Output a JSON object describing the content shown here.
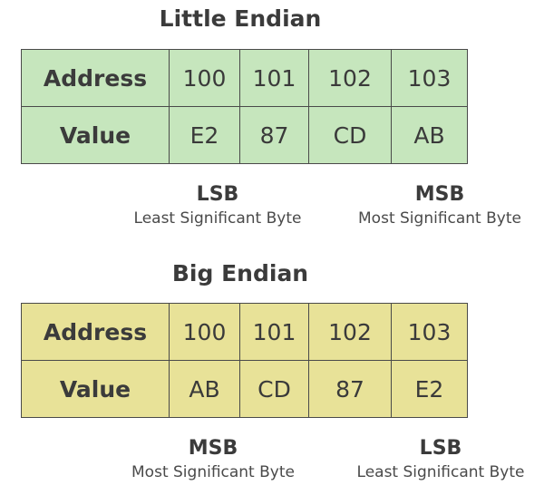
{
  "little_endian": {
    "title": "Little Endian",
    "address_label": "Address",
    "value_label": "Value",
    "addresses": [
      "100",
      "101",
      "102",
      "103"
    ],
    "values": [
      "E2",
      "87",
      "CD",
      "AB"
    ],
    "left_label": {
      "abbr": "LSB",
      "full": "Least Significant Byte"
    },
    "right_label": {
      "abbr": "MSB",
      "full": "Most Significant Byte"
    }
  },
  "big_endian": {
    "title": "Big Endian",
    "address_label": "Address",
    "value_label": "Value",
    "addresses": [
      "100",
      "101",
      "102",
      "103"
    ],
    "values": [
      "AB",
      "CD",
      "87",
      "E2"
    ],
    "left_label": {
      "abbr": "MSB",
      "full": "Most Significant Byte"
    },
    "right_label": {
      "abbr": "LSB",
      "full": "Least Significant Byte"
    }
  },
  "colors": {
    "little_endian_fill": "#c6e6bd",
    "big_endian_fill": "#e8e298",
    "border": "#4a4a4a",
    "text": "#3a3a3a"
  }
}
